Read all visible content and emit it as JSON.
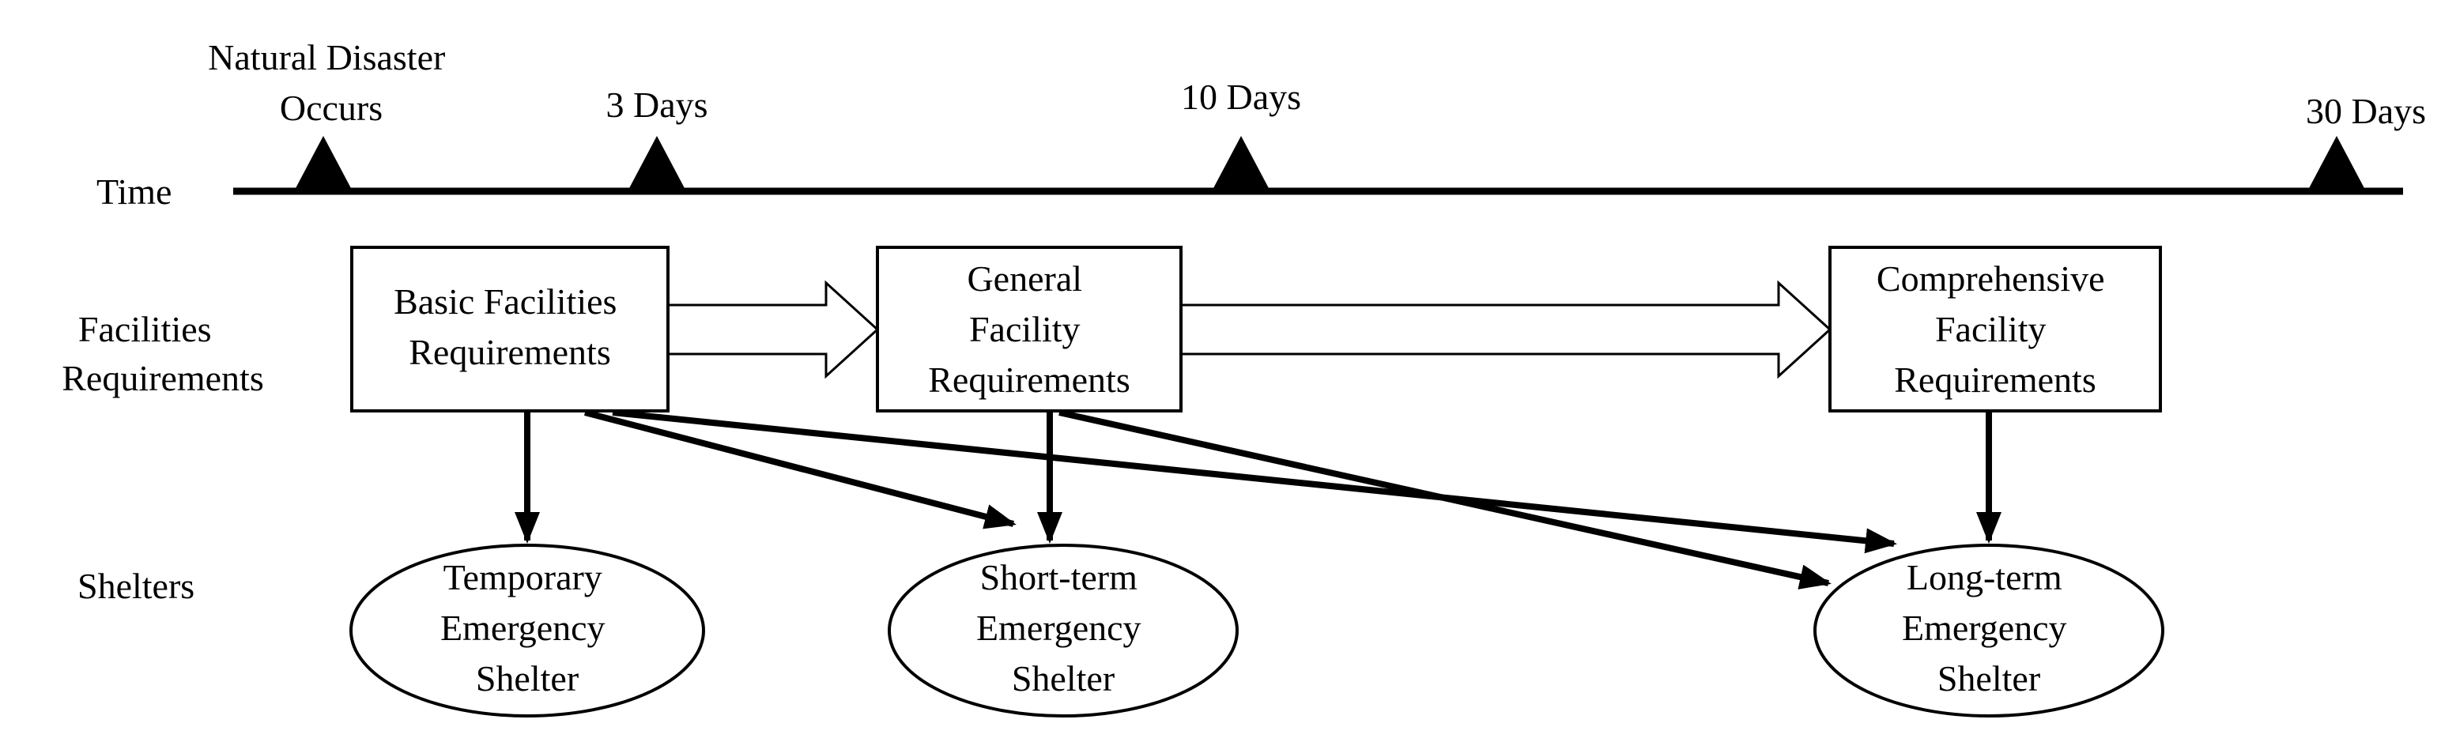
{
  "timeline": {
    "axis_label": "Time",
    "milestones": [
      {
        "label_lines": [
          "Natural Disaster",
          "Occurs"
        ]
      },
      {
        "label_lines": [
          "3 Days"
        ]
      },
      {
        "label_lines": [
          "10 Days"
        ]
      },
      {
        "label_lines": [
          "30 Days"
        ]
      }
    ]
  },
  "rows": {
    "facilities_label_lines": [
      "Facilities",
      "Requirements"
    ],
    "shelters_label": "Shelters"
  },
  "facility_boxes": [
    {
      "id": "basic",
      "lines": [
        "Basic Facilities",
        "Requirements"
      ]
    },
    {
      "id": "general",
      "lines": [
        "General",
        "Facility",
        "Requirements"
      ]
    },
    {
      "id": "comprehensive",
      "lines": [
        "Comprehensive",
        "Facility",
        "Requirements"
      ]
    }
  ],
  "shelters": [
    {
      "id": "temporary",
      "lines": [
        "Temporary",
        "Emergency",
        "Shelter"
      ]
    },
    {
      "id": "short",
      "lines": [
        "Short-term",
        "Emergency",
        "Shelter"
      ]
    },
    {
      "id": "long",
      "lines": [
        "Long-term",
        "Emergency",
        "Shelter"
      ]
    }
  ],
  "progression_arrows": [
    {
      "from": "basic",
      "to": "general"
    },
    {
      "from": "general",
      "to": "comprehensive"
    }
  ],
  "requirement_arrows": [
    {
      "from": "basic",
      "to": "temporary"
    },
    {
      "from": "basic",
      "to": "short"
    },
    {
      "from": "basic",
      "to": "long"
    },
    {
      "from": "general",
      "to": "short"
    },
    {
      "from": "general",
      "to": "long"
    },
    {
      "from": "comprehensive",
      "to": "long"
    }
  ]
}
